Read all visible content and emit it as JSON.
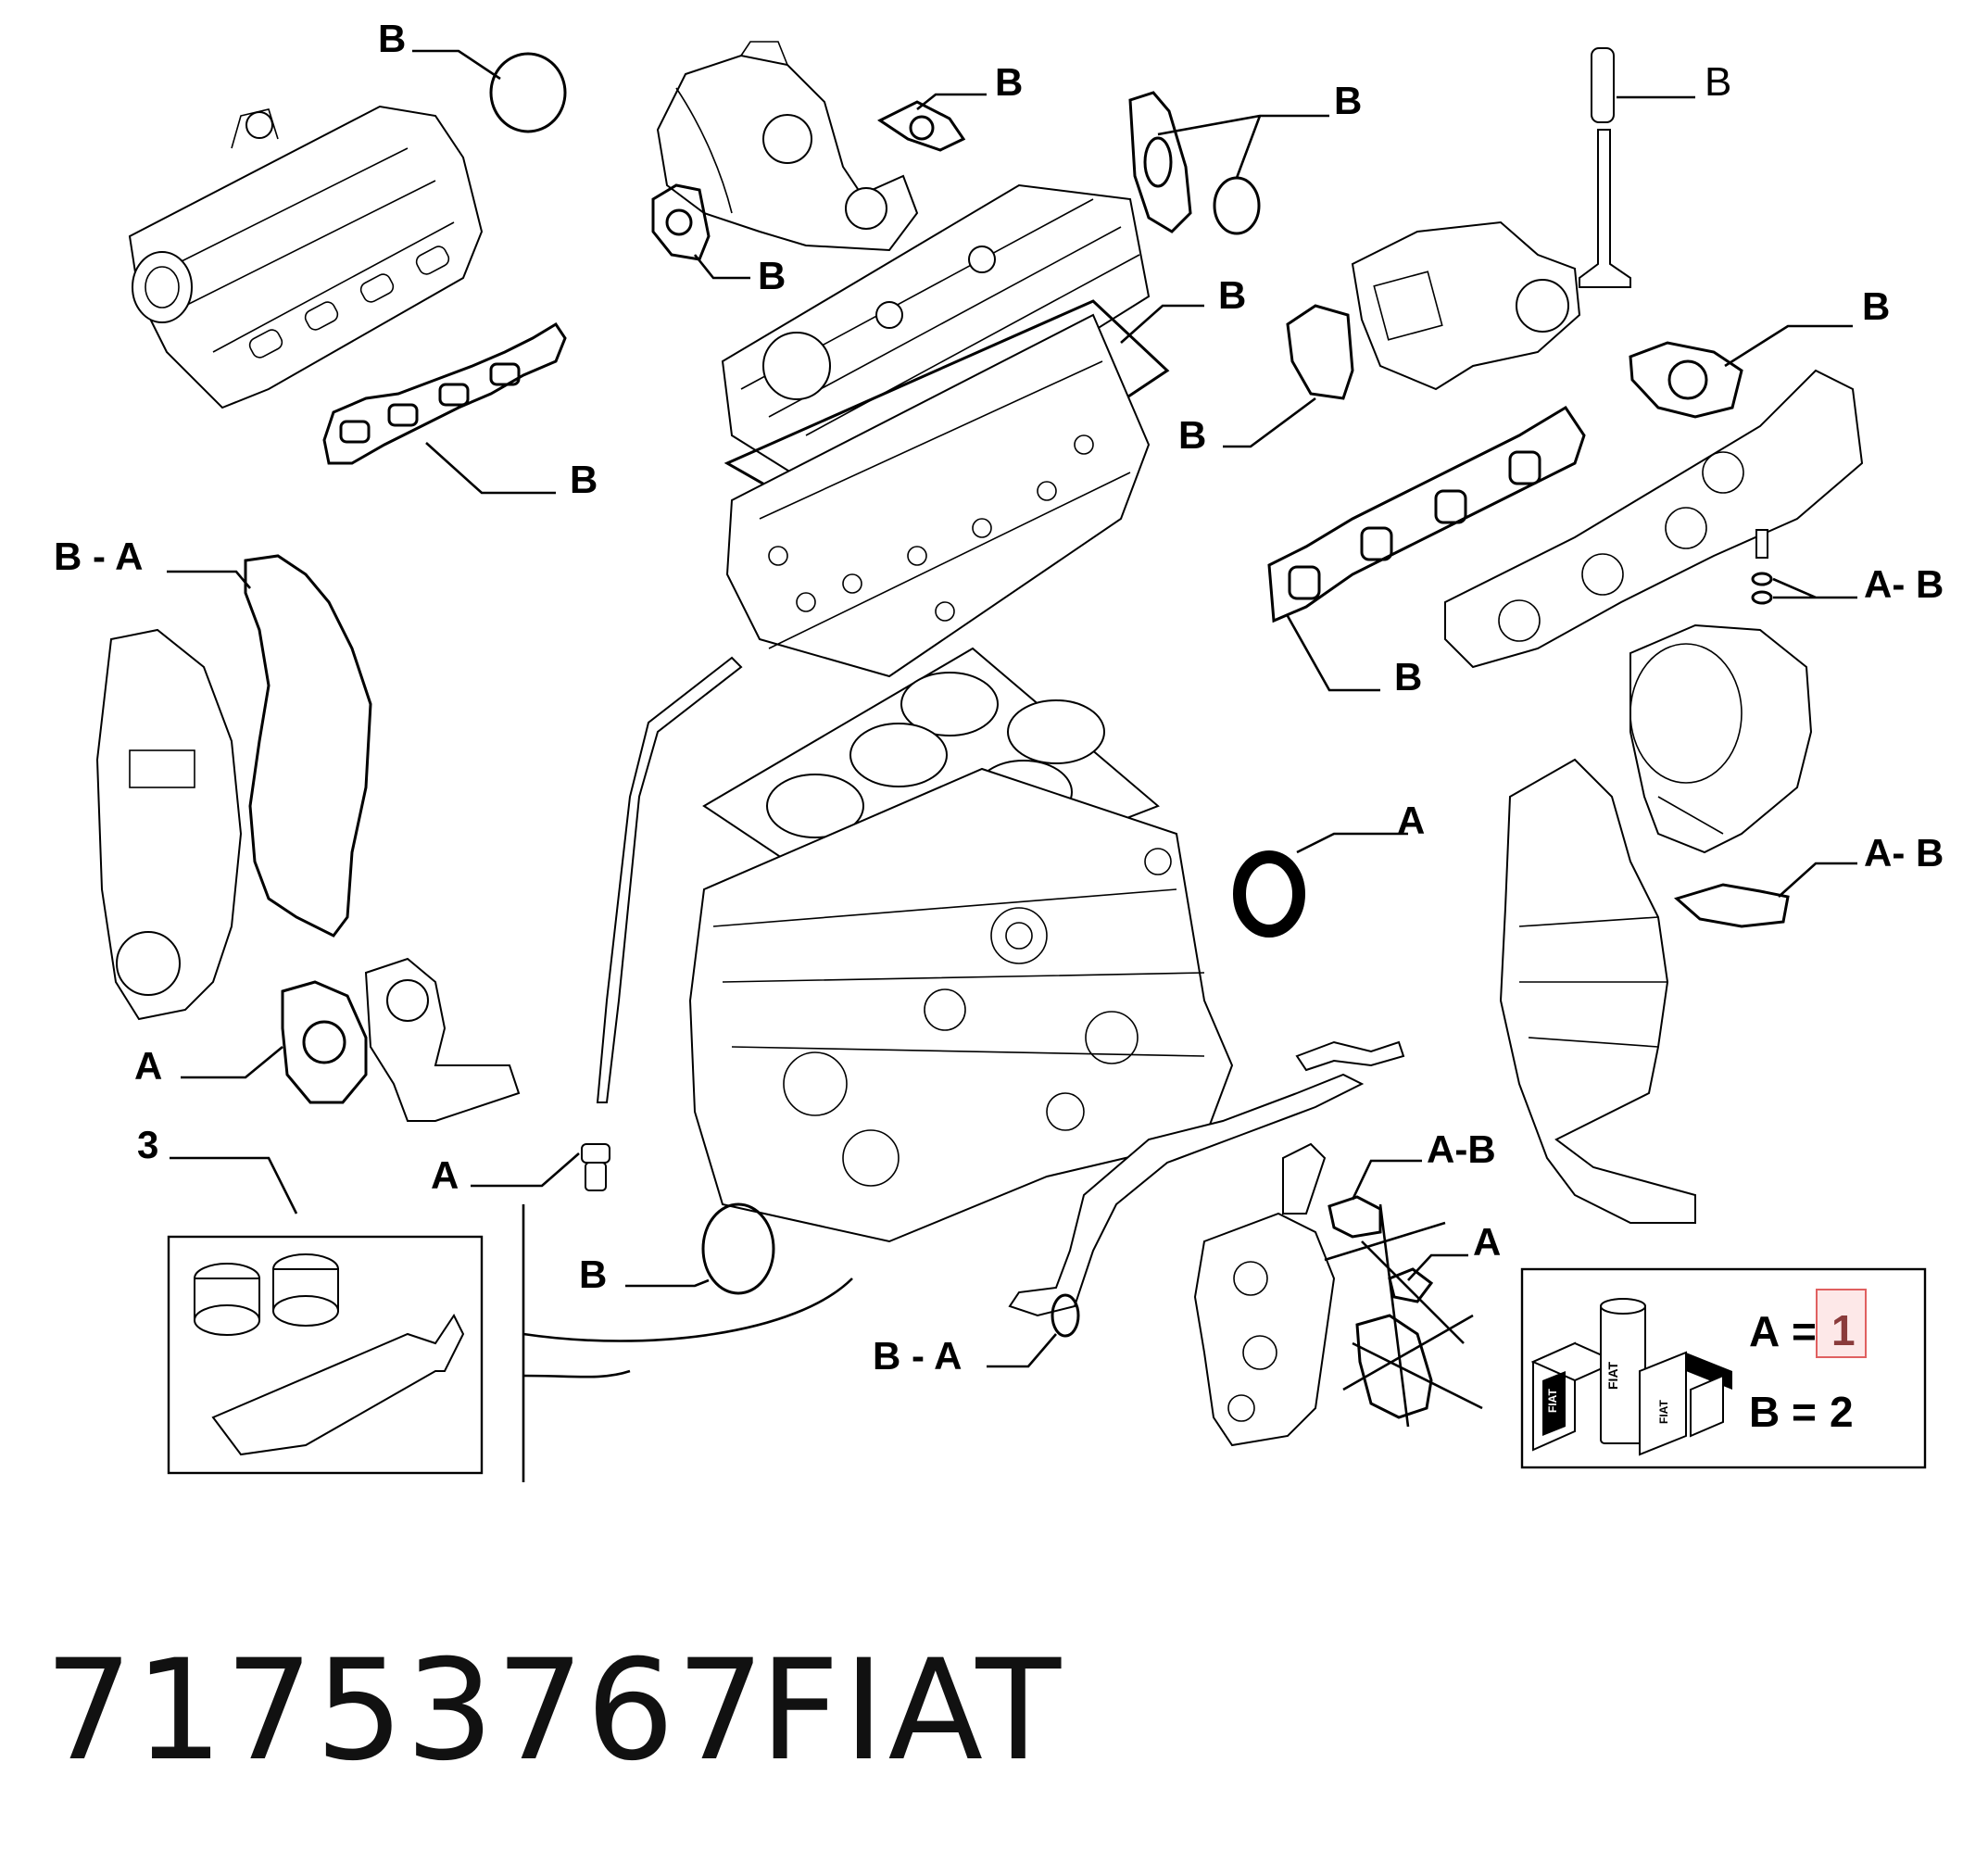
{
  "diagram": {
    "callouts": {
      "intake_oring": "B",
      "intake_gasket": "B",
      "egr_gasket_top": "B",
      "egr_gasket_bottom": "B",
      "throttle_gaskets": "B",
      "valve_seal": "B",
      "head_cover_gasket": "B",
      "thermostat_gasket": "B",
      "turbo_flange_gasket": "B",
      "exhaust_gasket": "B",
      "timing_cover_gasket": "B - A",
      "turbo_washers": "A- B",
      "rear_seal": "A",
      "turbo_outlet_gasket": "A- B",
      "water_pump_gasket": "A",
      "kit_item": "3",
      "drain_plug": "A",
      "front_oring": "B",
      "pipe_oring": "B - A",
      "oil_filter_gasket": "A-B",
      "oil_cooler_gasket": "A"
    },
    "legend": {
      "a_label": "A",
      "a_equals": "=",
      "a_value": "1",
      "b_label": "B",
      "b_equals": "=",
      "b_value": "2",
      "can_brand": "FIAT",
      "box_brand_1": "FIAT",
      "box_brand_2": "FIAT"
    }
  },
  "footer": {
    "part_number": "71753767",
    "brand": "FIAT"
  },
  "colors": {
    "line": "#000000",
    "highlight_fill": "#fde8e8",
    "highlight_border": "#e06060"
  }
}
